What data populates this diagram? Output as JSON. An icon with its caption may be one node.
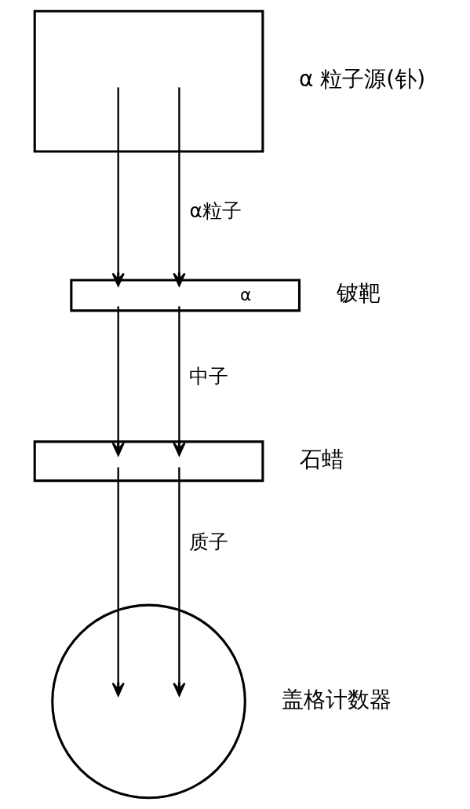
{
  "diagram": {
    "nodes": [
      {
        "text": [],
        "shape": "box",
        "beside": [
          "α 粒子源(钋)"
        ]
      },
      {
        "text": [
          "α"
        ],
        "beside": [
          "铍靶"
        ]
      },
      {
        "text": [],
        "shape": "box",
        "beside": [
          "石蜡"
        ]
      },
      {
        "text": [],
        "shape": "circle",
        "beside": [
          "盖格计数器"
        ]
      }
    ],
    "edges": [
      {
        "from": 0,
        "to": 1,
        "arrow": "to"
      },
      {
        "from": 0,
        "to": 1,
        "arrow": "to",
        "label": "α粒子"
      },
      {
        "from": 1,
        "to": 2,
        "arrow": "to"
      },
      {
        "from": 1,
        "to": 2,
        "arrow": "to",
        "label": "中子"
      },
      {
        "from": 2,
        "to": 3,
        "arrow": "to"
      },
      {
        "from": 2,
        "to": 3,
        "arrow": "to",
        "label": "质子"
      }
    ]
  }
}
